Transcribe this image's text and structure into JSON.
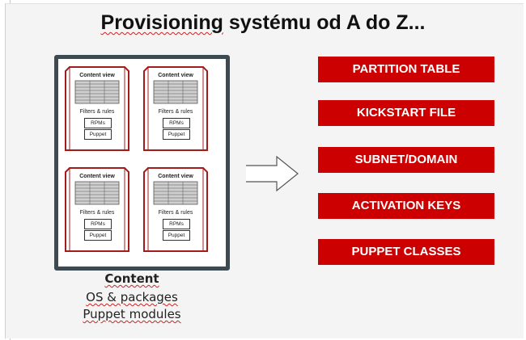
{
  "title": {
    "word1": "Provisioning",
    "rest": " systému od A do Z..."
  },
  "content_views": [
    {
      "title": "Content view",
      "filters": "Filters & rules",
      "rpms": "RPMs",
      "puppet": "Puppet"
    },
    {
      "title": "Content view",
      "filters": "Filters & rules",
      "rpms": "RPMs",
      "puppet": "Puppet"
    },
    {
      "title": "Content view",
      "filters": "Filters & rules",
      "rpms": "RPMs",
      "puppet": "Puppet"
    },
    {
      "title": "Content view",
      "filters": "Filters & rules",
      "rpms": "RPMs",
      "puppet": "Puppet"
    }
  ],
  "caption": {
    "heading": "Content",
    "line1": "OS & packages",
    "line2": "Puppet modules"
  },
  "items": [
    {
      "label": "PARTITION TABLE"
    },
    {
      "label": "KICKSTART FILE"
    },
    {
      "label": "SUBNET/DOMAIN"
    },
    {
      "label": "ACTIVATION KEYS"
    },
    {
      "label": "PUPPET CLASSES"
    }
  ],
  "colors": {
    "accent": "#cc0000",
    "frame": "#3e4a52",
    "cv_border": "#a31c1c"
  },
  "icons": {
    "arrow": "right-arrow-icon"
  }
}
